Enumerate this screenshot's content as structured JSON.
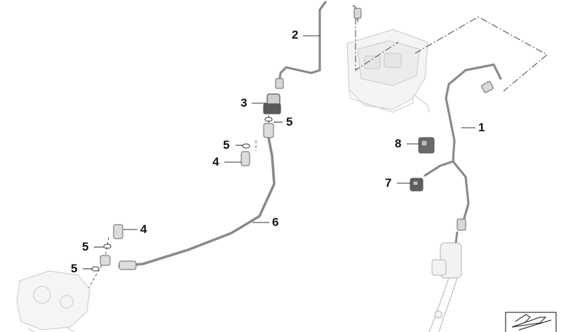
{
  "diagram": {
    "callouts": [
      {
        "id": "c1",
        "label": "1"
      },
      {
        "id": "c2",
        "label": "2"
      },
      {
        "id": "c3",
        "label": "3"
      },
      {
        "id": "c4a",
        "label": "4"
      },
      {
        "id": "c4b",
        "label": "4"
      },
      {
        "id": "c5a",
        "label": "5"
      },
      {
        "id": "c5b",
        "label": "5"
      },
      {
        "id": "c5c",
        "label": "5"
      },
      {
        "id": "c5d",
        "label": "5"
      },
      {
        "id": "c6",
        "label": "6"
      },
      {
        "id": "c7",
        "label": "7"
      },
      {
        "id": "c8",
        "label": "8"
      }
    ],
    "colors": {
      "line": "#555555",
      "pipe": "#8a8a8a",
      "faded": "#d2d2d2",
      "label": "#111111"
    },
    "icons": [
      "abs-unit-icon",
      "brake-caliper-icon",
      "master-cylinder-icon",
      "view-direction-icon"
    ]
  }
}
